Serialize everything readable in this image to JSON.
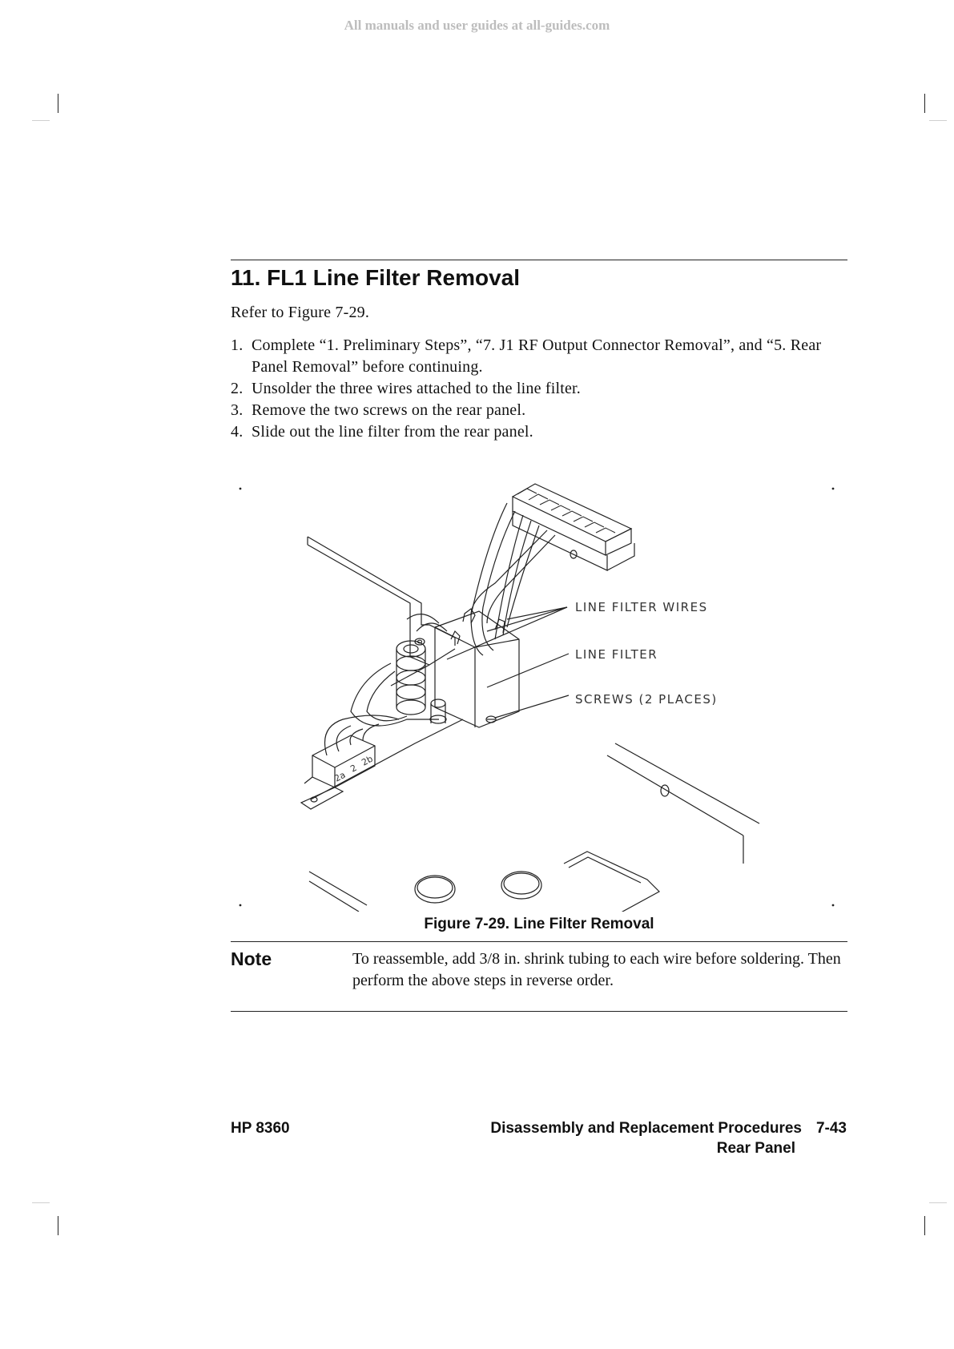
{
  "watermark": "All manuals and user guides at all-guides.com",
  "section": {
    "heading": "11. FL1 Line Filter Removal",
    "intro": "Refer to Figure 7-29.",
    "steps": [
      {
        "num": "1.",
        "text": "Complete “1. Preliminary Steps”, “7. J1 RF Output Connector Removal”, and “5. Rear Panel Removal” before continuing."
      },
      {
        "num": "2.",
        "text": "Unsolder the three wires attached to the line filter."
      },
      {
        "num": "3.",
        "text": "Remove the two screws on the rear panel."
      },
      {
        "num": "4.",
        "text": "Slide out the line filter from the rear panel."
      }
    ]
  },
  "figure": {
    "callouts": {
      "wires": "LINE FILTER WIRES",
      "filter": "LINE FILTER",
      "screws": "SCREWS (2 PLACES)"
    },
    "terminal_labels": [
      "2a",
      "2",
      "2b"
    ],
    "caption": "Figure 7-29. Line Filter Removal"
  },
  "note": {
    "label": "Note",
    "text": "To reassemble, add 3/8 in. shrink tubing to each wire before soldering. Then perform the above steps in reverse order."
  },
  "footer": {
    "model": "HP 8360",
    "chapter": "Disassembly and Replacement Procedures",
    "page": "7-43",
    "subsection": "Rear Panel"
  }
}
